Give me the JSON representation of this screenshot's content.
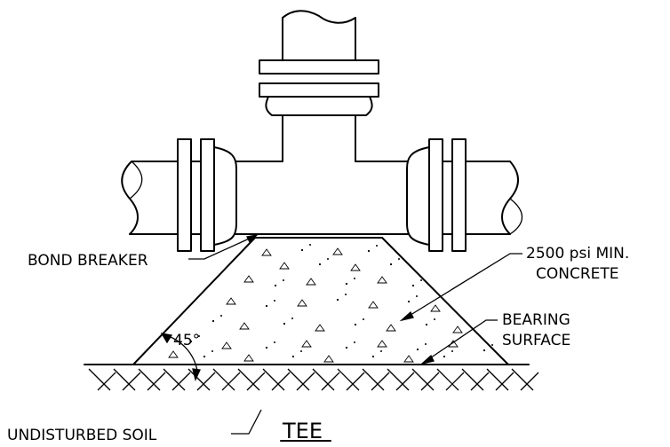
{
  "labels": {
    "concrete_line1": "2500 psi MIN.",
    "concrete_line2": "CONCRETE",
    "bond_breaker": "BOND BREAKER",
    "bearing_line1": "BEARING",
    "bearing_line2": "SURFACE",
    "angle": "45°",
    "soil": "UNDISTURBED SOIL",
    "title": "TEE"
  }
}
